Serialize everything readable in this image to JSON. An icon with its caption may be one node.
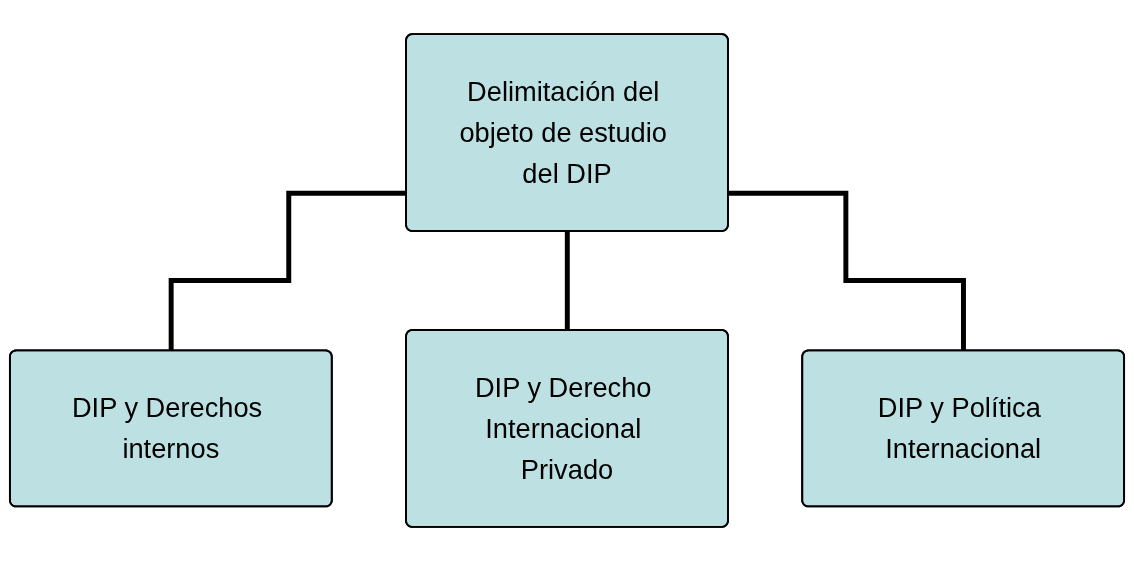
{
  "diagram": {
    "nodes": [
      {
        "text": [
          "Delimitación del objeto de estudio del DIP"
        ]
      },
      {
        "text": [
          "DIP y Derechos internos"
        ]
      },
      {
        "text": [
          "DIP y Derecho Internacional Privado"
        ]
      },
      {
        "text": [
          "DIP y Política Internacional"
        ]
      }
    ],
    "edges": [
      {
        "from": 0,
        "to": 1,
        "arrow": "none"
      },
      {
        "from": 0,
        "to": 2,
        "arrow": "none"
      },
      {
        "from": 0,
        "to": 3,
        "arrow": "none"
      }
    ]
  }
}
